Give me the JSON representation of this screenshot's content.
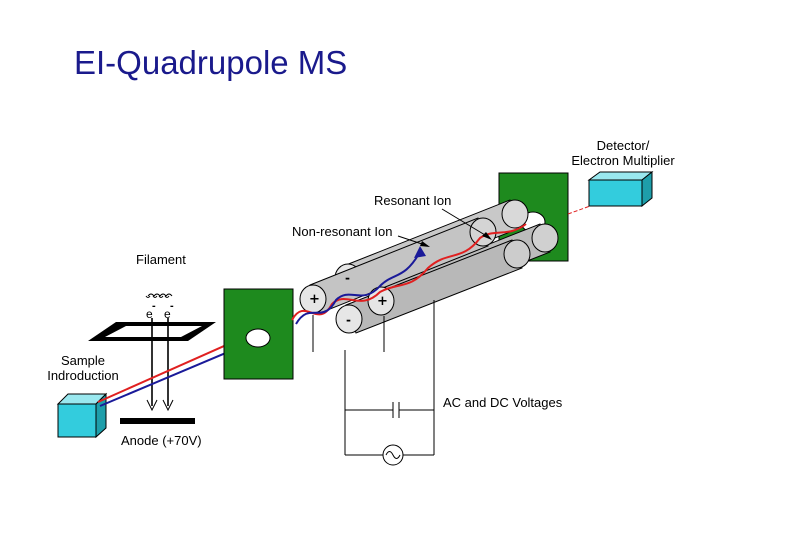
{
  "title": "EI-Quadrupole MS",
  "labels": {
    "detector": [
      "Detector/",
      "Electron Multiplier"
    ],
    "resonant_ion": "Resonant Ion",
    "non_resonant_ion": "Non-resonant Ion",
    "filament": "Filament",
    "electron_1": "e",
    "electron_2": "e",
    "electron_charge": "-",
    "sample": [
      "Sample",
      "Indroduction"
    ],
    "anode": "Anode (+70V)",
    "ac_dc": "AC and DC Voltages",
    "rod_plus": "+",
    "rod_minus": "-"
  },
  "colors": {
    "plate": "#1e8a1e",
    "box": "#33ccdd",
    "rod": "#bfbfbf",
    "beam_red": "#e02020",
    "beam_blue": "#1a1a99",
    "title": "#1a1a8c"
  },
  "icons": {
    "ac_source": "sine-wave-icon",
    "dc_source": "capacitor-icon"
  }
}
